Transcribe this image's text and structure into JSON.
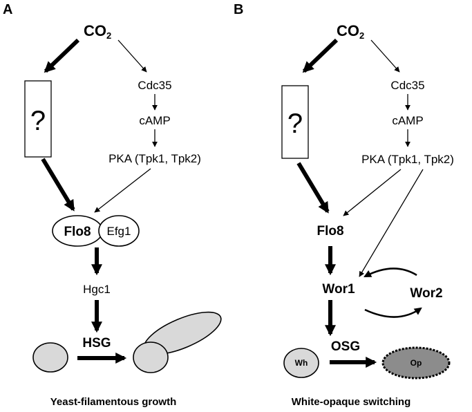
{
  "panel_a": {
    "label": "A",
    "co2_main": "CO",
    "co2_sub": "2",
    "unknown": "?",
    "cdc35": "Cdc35",
    "camp": "cAMP",
    "pka": "PKA (Tpk1, Tpk2)",
    "flo8": "Flo8",
    "efg1": "Efg1",
    "hgc1": "Hgc1",
    "growth": "HSG",
    "caption": "Yeast-filamentous growth"
  },
  "panel_b": {
    "label": "B",
    "co2_main": "CO",
    "co2_sub": "2",
    "unknown": "?",
    "cdc35": "Cdc35",
    "camp": "cAMP",
    "pka": "PKA (Tpk1, Tpk2)",
    "flo8": "Flo8",
    "wor1": "Wor1",
    "wor2": "Wor2",
    "white_cell": "Wh",
    "opaque_cell": "Op",
    "growth": "OSG",
    "caption": "White-opaque switching"
  },
  "colors": {
    "ink": "#000000",
    "cell_fill": "#d9d9d9",
    "opaque_fill": "#8c8c8c"
  }
}
